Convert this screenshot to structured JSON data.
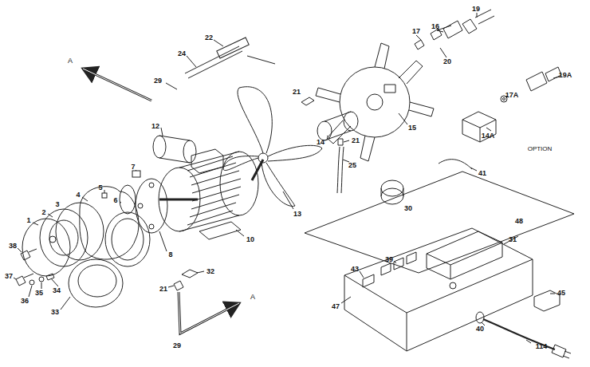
{
  "diagram": {
    "labels": [
      "A",
      "29",
      "24",
      "22",
      "21",
      "14",
      "21",
      "25",
      "15",
      "17",
      "16",
      "20",
      "19",
      "19A",
      "17A",
      "14A",
      "OPTION",
      "41",
      "30",
      "48",
      "31",
      "39",
      "43",
      "47",
      "45",
      "40",
      "114",
      "12",
      "7",
      "5",
      "6",
      "4",
      "3",
      "2",
      "1",
      "13",
      "10",
      "8",
      "38",
      "32",
      "21",
      "37",
      "36",
      "35",
      "34",
      "33",
      "29",
      "A"
    ]
  }
}
